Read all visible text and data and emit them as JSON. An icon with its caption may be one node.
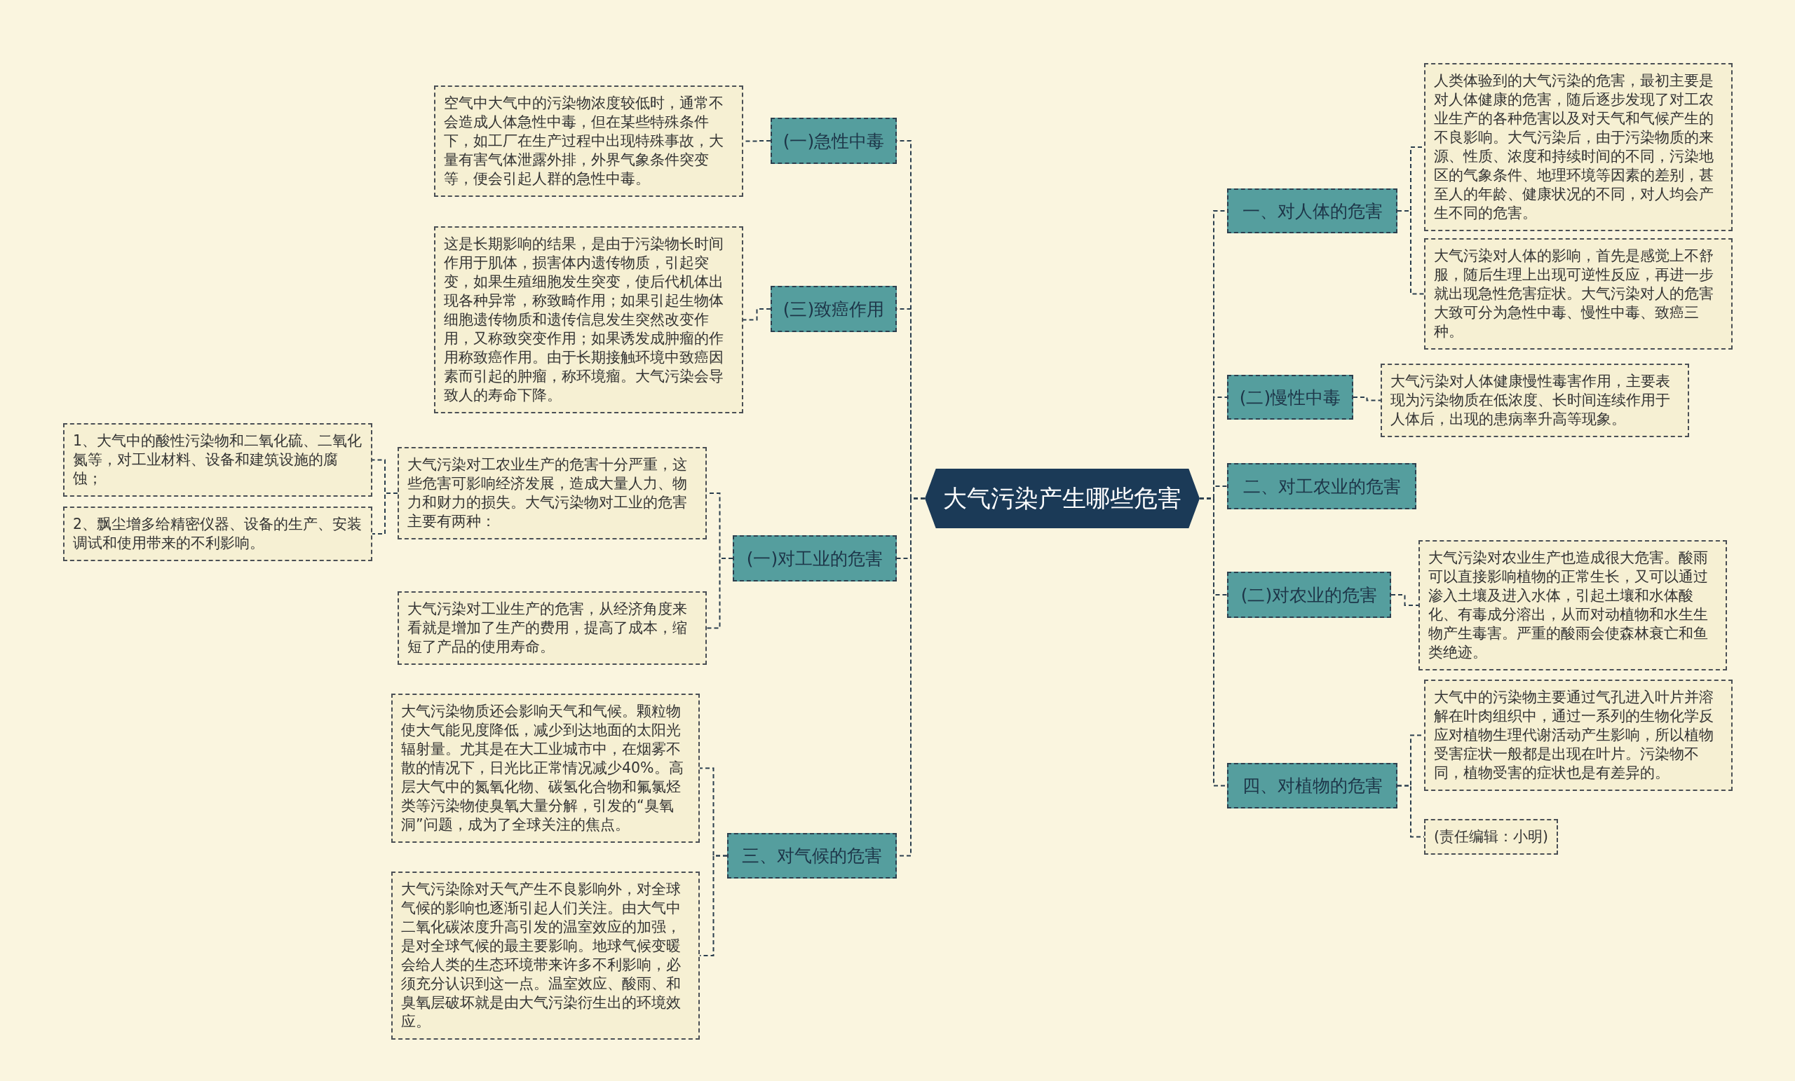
{
  "diagram": {
    "nodes": [
      {
        "text": [
          "大气污染产生哪些危害"
        ]
      },
      {
        "text": [
          "(一)急性中毒"
        ]
      },
      {
        "text": [
          "空气中大气中的污染物浓度较低时，通常不会造成人体急性中毒，但在某些特殊条件下，如工厂在生产过程中出现特殊事故，大量有害气体泄露外排，外界气象条件突变等，便会引起人群的急性中毒。"
        ]
      },
      {
        "text": [
          "(三)致癌作用"
        ]
      },
      {
        "text": [
          "这是长期影响的结果，是由于污染物长时间作用于肌体，损害体内遗传物质，引起突变，如果生殖细胞发生突变，使后代机体出现各种异常，称致畸作用；如果引起生物体细胞遗传物质和遗传信息发生突然改变作用，又称致突变作用；如果诱发成肿瘤的作用称致癌作用。由于长期接触环境中致癌因素而引起的肿瘤，称环境瘤。大气污染会导致人的寿命下降。"
        ]
      },
      {
        "text": [
          "(一)对工业的危害"
        ]
      },
      {
        "text": [
          "大气污染对工农业生产的危害十分严重，这些危害可影响经济发展，造成大量人力、物力和财力的损失。大气污染物对工业的危害主要有两种："
        ]
      },
      {
        "text": [
          "1、大气中的酸性污染物和二氧化硫、二氧化氮等，对工业材料、设备和建筑设施的腐蚀；"
        ]
      },
      {
        "text": [
          "2、飘尘增多给精密仪器、设备的生产、安装调试和使用带来的不利影响。"
        ]
      },
      {
        "text": [
          "大气污染对工业生产的危害，从经济角度来看就是增加了生产的费用，提高了成本，缩短了产品的使用寿命。"
        ]
      },
      {
        "text": [
          "三、对气候的危害"
        ]
      },
      {
        "text": [
          "大气污染物质还会影响天气和气候。颗粒物使大气能见度降低，减少到达地面的太阳光辐射量。尤其是在大工业城市中，在烟雾不散的情况下，日光比正常情况减少40%。高层大气中的氮氧化物、碳氢化合物和氟氯烃类等污染物使臭氧大量分解，引发的“臭氧洞”问题，成为了全球关注的焦点。"
        ]
      },
      {
        "text": [
          "大气污染除对天气产生不良影响外，对全球气候的影响也逐渐引起人们关注。由大气中二氧化碳浓度升高引发的温室效应的加强，是对全球气候的最主要影响。地球气候变暖会给人类的生态环境带来许多不利影响，必须充分认识到这一点。温室效应、酸雨、和臭氧层破坏就是由大气污染衍生出的环境效应。"
        ]
      },
      {
        "text": [
          "一、对人体的危害"
        ]
      },
      {
        "text": [
          "人类体验到的大气污染的危害，最初主要是对人体健康的危害，随后逐步发现了对工农业生产的各种危害以及对天气和气候产生的不良影响。大气污染后，由于污染物质的来源、性质、浓度和持续时间的不同，污染地区的气象条件、地理环境等因素的差别，甚至人的年龄、健康状况的不同，对人均会产生不同的危害。"
        ]
      },
      {
        "text": [
          "大气污染对人体的影响，首先是感觉上不舒服，随后生理上出现可逆性反应，再进一步就出现急性危害症状。大气污染对人的危害大致可分为急性中毒、慢性中毒、致癌三种。"
        ]
      },
      {
        "text": [
          "(二)慢性中毒"
        ]
      },
      {
        "text": [
          "大气污染对人体健康慢性毒害作用，主要表现为污染物质在低浓度、长时间连续作用于人体后，出现的患病率升高等现象。"
        ]
      },
      {
        "text": [
          "二、对工农业的危害"
        ]
      },
      {
        "text": [
          "(二)对农业的危害"
        ]
      },
      {
        "text": [
          "大气污染对农业生产也造成很大危害。酸雨可以直接影响植物的正常生长，又可以通过渗入土壤及进入水体，引起土壤和水体酸化、有毒成分溶出，从而对动植物和水生生物产生毒害。严重的酸雨会使森林衰亡和鱼类绝迹。"
        ]
      },
      {
        "text": [
          "四、对植物的危害"
        ]
      },
      {
        "text": [
          "大气中的污染物主要通过气孔进入叶片并溶解在叶肉组织中，通过一系列的生物化学反应对植物生理代谢活动产生影响，所以植物受害症状一般都是出现在叶片。污染物不同，植物受害的症状也是有差异的。"
        ]
      },
      {
        "text": [
          "(责任编辑：小明)"
        ]
      }
    ],
    "edges": [
      {
        "from": 0,
        "to": 1,
        "arrow": "none"
      },
      {
        "from": 1,
        "to": 2,
        "arrow": "none"
      },
      {
        "from": 0,
        "to": 3,
        "arrow": "none"
      },
      {
        "from": 3,
        "to": 4,
        "arrow": "none"
      },
      {
        "from": 0,
        "to": 5,
        "arrow": "none"
      },
      {
        "from": 5,
        "to": 6,
        "arrow": "none"
      },
      {
        "from": 6,
        "to": 7,
        "arrow": "none"
      },
      {
        "from": 6,
        "to": 8,
        "arrow": "none"
      },
      {
        "from": 5,
        "to": 9,
        "arrow": "none"
      },
      {
        "from": 0,
        "to": 10,
        "arrow": "none"
      },
      {
        "from": 10,
        "to": 11,
        "arrow": "none"
      },
      {
        "from": 10,
        "to": 12,
        "arrow": "none"
      },
      {
        "from": 0,
        "to": 13,
        "arrow": "none"
      },
      {
        "from": 13,
        "to": 14,
        "arrow": "none"
      },
      {
        "from": 13,
        "to": 15,
        "arrow": "none"
      },
      {
        "from": 0,
        "to": 16,
        "arrow": "none"
      },
      {
        "from": 16,
        "to": 17,
        "arrow": "none"
      },
      {
        "from": 0,
        "to": 18,
        "arrow": "none"
      },
      {
        "from": 0,
        "to": 19,
        "arrow": "none"
      },
      {
        "from": 19,
        "to": 20,
        "arrow": "none"
      },
      {
        "from": 0,
        "to": 21,
        "arrow": "none"
      },
      {
        "from": 21,
        "to": 22,
        "arrow": "none"
      },
      {
        "from": 21,
        "to": 23,
        "arrow": "none"
      }
    ]
  }
}
